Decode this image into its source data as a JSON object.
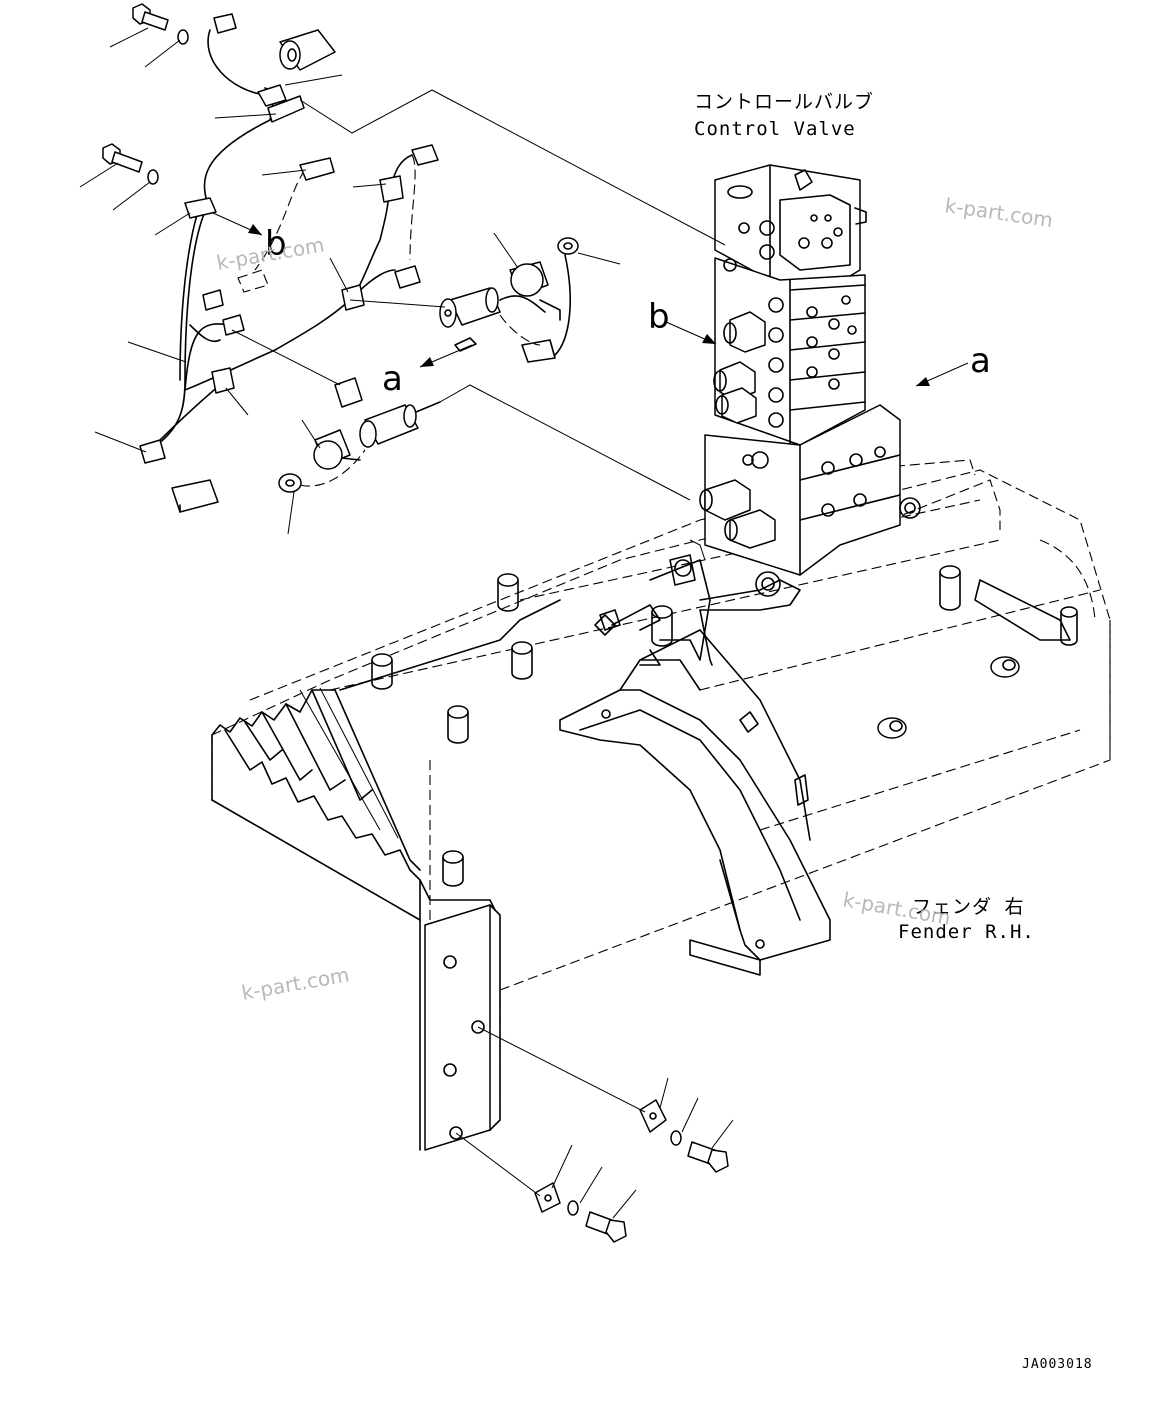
{
  "labels": {
    "control_valve_jp": "コントロールバルブ",
    "control_valve_en": "Control Valve",
    "fender_jp": "フェンダ 右",
    "fender_en": "Fender R.H.",
    "callout_a_left": "a",
    "callout_a_right": "a",
    "callout_b_left": "b",
    "callout_b_right": "b",
    "drawing_code": "JA003018"
  },
  "watermarks": [
    "k-part.com",
    "k-part.com",
    "k-part.com",
    "k-part.com"
  ]
}
